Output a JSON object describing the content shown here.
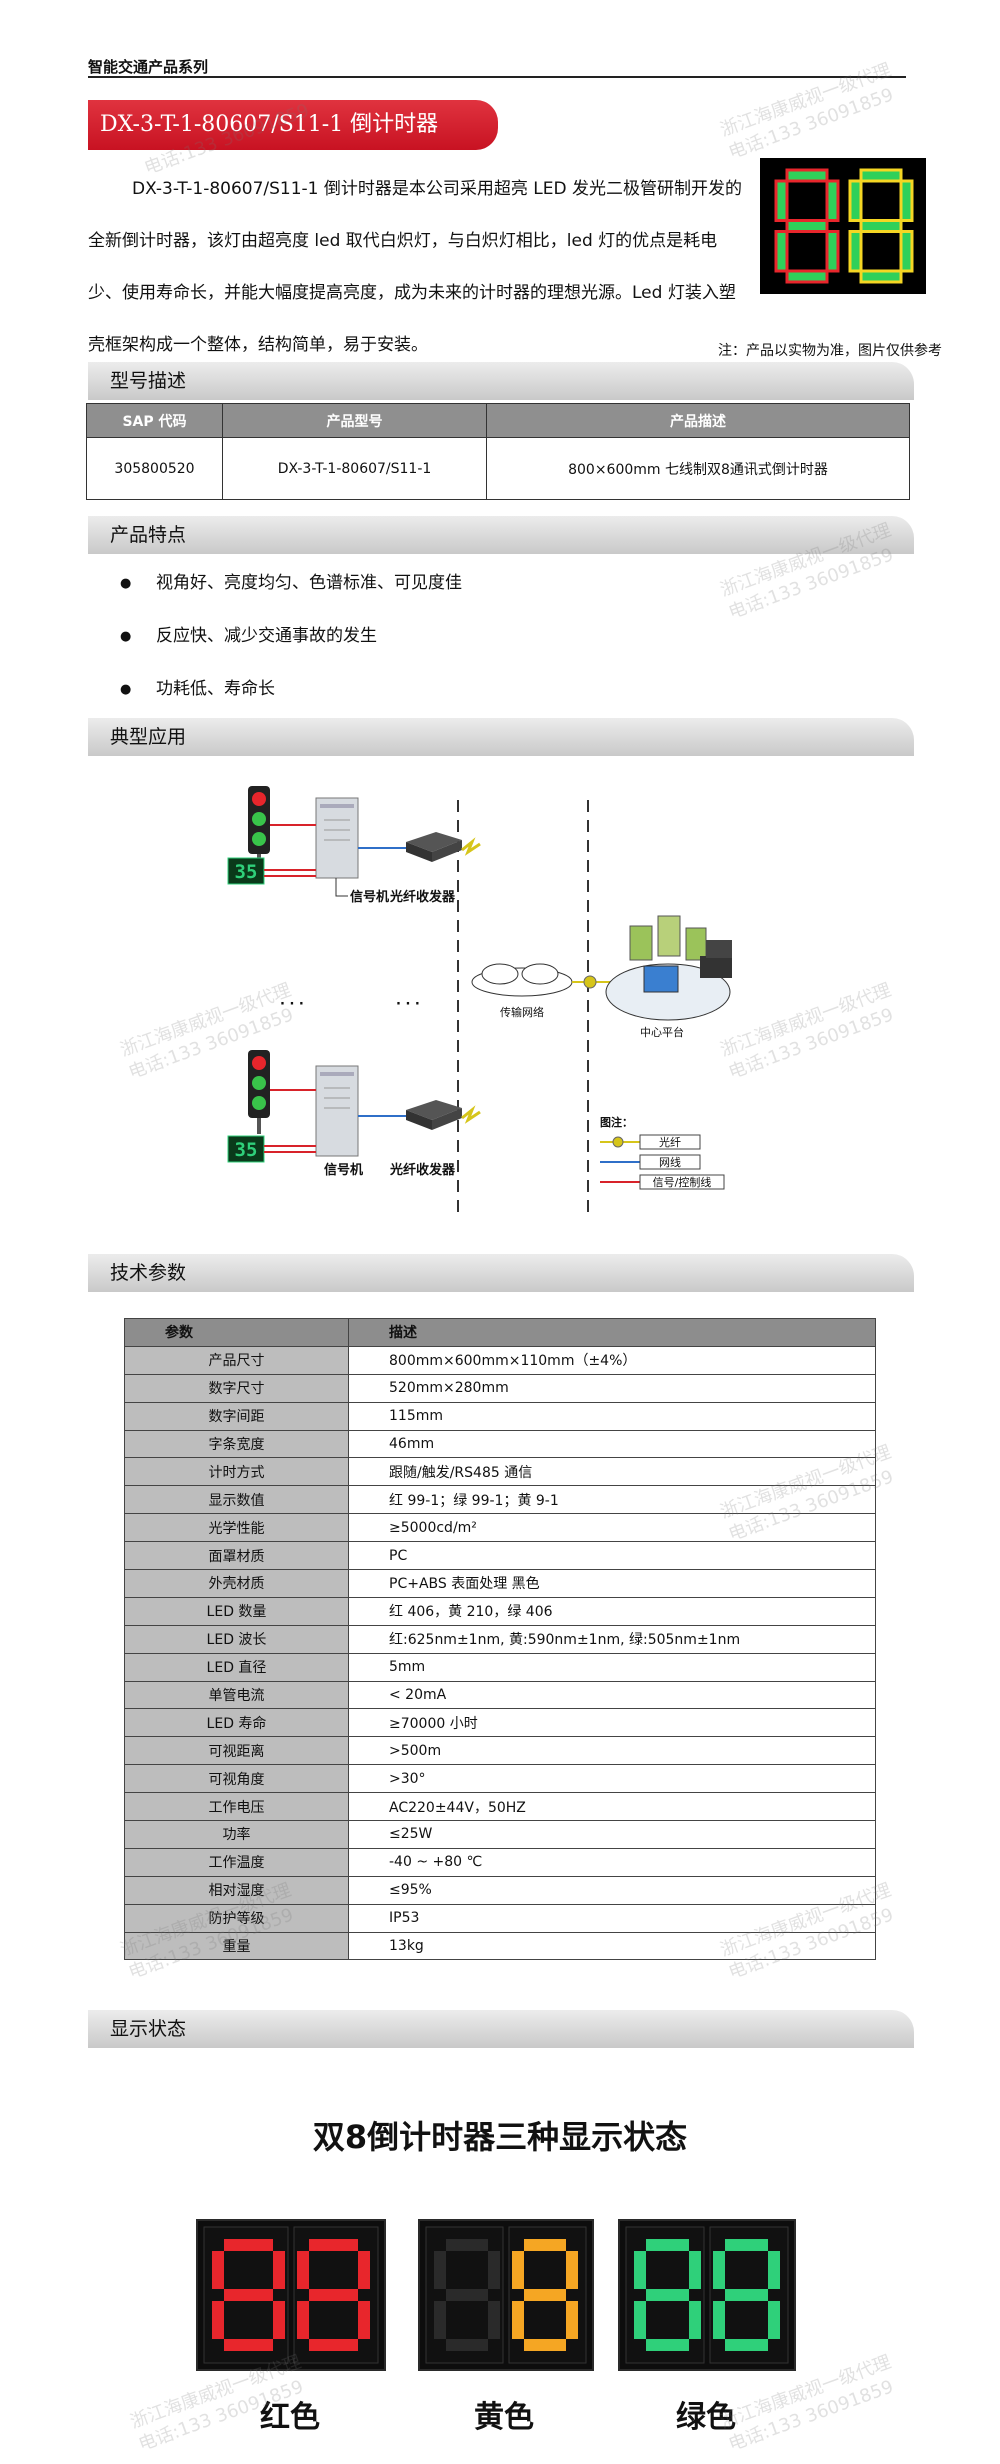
{
  "header": {
    "series": "智能交通产品系列"
  },
  "title": "DX-3-T-1-80607/S11-1 倒计时器",
  "intro": "DX-3-T-1-80607/S11-1 倒计时器是本公司采用超亮 LED 发光二极管研制开发的全新倒计时器，该灯由超亮度 led 取代白炽灯，与白炽灯相比，led 灯的优点是耗电少、使用寿命长，并能大幅度提高亮度，成为未来的计时器的理想光源。Led 灯装入塑壳框架构成一个整体，结构简单，易于安装。",
  "hero_note": "注：产品以实物为准，图片仅供参考",
  "sections": {
    "model": "型号描述",
    "features": "产品特点",
    "application": "典型应用",
    "specs": "技术参数",
    "display": "显示状态"
  },
  "model_table": {
    "headers": [
      "SAP 代码",
      "产品型号",
      "产品描述"
    ],
    "row": [
      "305800520",
      "DX-3-T-1-80607/S11-1",
      "800×600mm 七线制双8通讯式倒计时器"
    ]
  },
  "features": [
    "视角好、亮度均匀、色谱标准、可见度佳",
    "反应快、减少交通事故的发生",
    "功耗低、寿命长"
  ],
  "diagram": {
    "controller": "信号机",
    "transceiver": "光纤收发器",
    "countdown_digits": "35",
    "network": "传输网络",
    "center": "中心平台",
    "dots": "· · ·",
    "legend_title": "图注：",
    "legend": [
      "光纤",
      "网线",
      "信号/控制线"
    ],
    "colors": {
      "fiber": "#d6c51a",
      "network": "#2f6fc8",
      "signal": "#d8232a"
    }
  },
  "specs": {
    "header": [
      "参数",
      "描述"
    ],
    "rows": [
      [
        "产品尺寸",
        "800mm×600mm×110mm（±4%）"
      ],
      [
        "数字尺寸",
        "520mm×280mm"
      ],
      [
        "数字间距",
        "115mm"
      ],
      [
        "字条宽度",
        "46mm"
      ],
      [
        "计时方式",
        "跟随/触发/RS485 通信"
      ],
      [
        "显示数值",
        "红 99-1；绿 99-1；黄 9-1"
      ],
      [
        "光学性能",
        "≥5000cd/m²"
      ],
      [
        "面罩材质",
        "PC"
      ],
      [
        "外壳材质",
        "PC+ABS    表面处理  黑色"
      ],
      [
        "LED 数量",
        "红 406，黄 210，绿 406"
      ],
      [
        "LED 波长",
        "红:625nm±1nm, 黄:590nm±1nm, 绿:505nm±1nm"
      ],
      [
        "LED  直径",
        "5mm"
      ],
      [
        "单管电流",
        "< 20mA"
      ],
      [
        "LED 寿命",
        "≥70000 小时"
      ],
      [
        "可视距离",
        ">500m"
      ],
      [
        "可视角度",
        ">30°"
      ],
      [
        "工作电压",
        "AC220±44V，50HZ"
      ],
      [
        "功率",
        "≤25W"
      ],
      [
        "工作温度",
        "-40 ~ +80  ℃"
      ],
      [
        "相对湿度",
        "≤95%"
      ],
      [
        "防护等级",
        "IP53"
      ],
      [
        "重量",
        "13kg"
      ]
    ]
  },
  "display": {
    "title": "双8倒计时器三种显示状态",
    "states": [
      {
        "label": "红色",
        "color": "#e8262c"
      },
      {
        "label": "黄色",
        "color": "#f5a623"
      },
      {
        "label": "绿色",
        "color": "#2fd07a"
      }
    ]
  },
  "watermark": {
    "line1": "浙江海康威视一级代理",
    "line2": "电话:133 36091859"
  }
}
